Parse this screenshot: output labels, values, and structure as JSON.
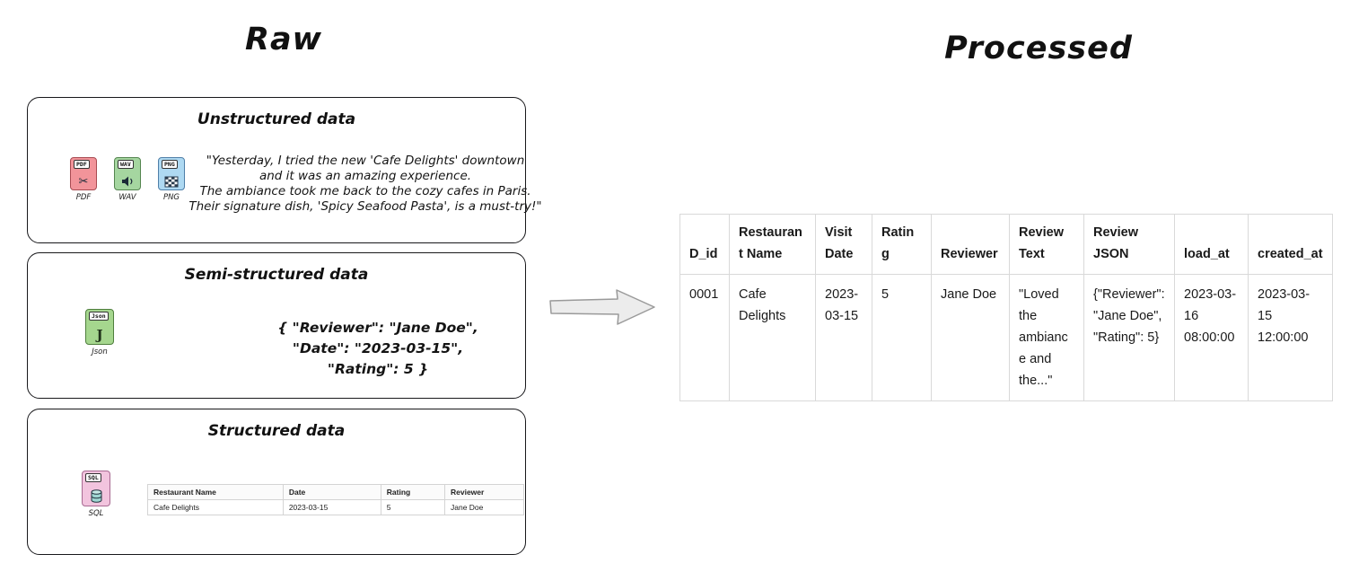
{
  "titles": {
    "raw": "Raw",
    "processed": "Processed"
  },
  "unstructured": {
    "title": "Unstructured data",
    "icons": {
      "pdf": {
        "tag": "PDF",
        "label": "PDF"
      },
      "wav": {
        "tag": "WAV",
        "label": "WAV"
      },
      "png": {
        "tag": "PNG",
        "label": "PNG"
      }
    },
    "quote_lines": [
      "\"Yesterday, I tried the new 'Cafe Delights' downtown",
      "and it was an amazing experience.",
      "The ambiance took me back to the cozy cafes in Paris.",
      "Their signature dish, 'Spicy Seafood Pasta', is a must-try!\""
    ]
  },
  "semi_structured": {
    "title": "Semi-structured data",
    "icon": {
      "tag": "Json",
      "label": "Json",
      "glyph": "J"
    },
    "json_lines": [
      "{  \"Reviewer\": \"Jane Doe\",",
      "\"Date\": \"2023-03-15\",",
      "\"Rating\": 5   }"
    ]
  },
  "structured": {
    "title": "Structured data",
    "icon": {
      "tag": "SQL",
      "label": "SQL"
    },
    "table": {
      "headers": [
        "Restaurant Name",
        "Date",
        "Rating",
        "Reviewer"
      ],
      "row": [
        "Cafe Delights",
        "2023-03-15",
        "5",
        "Jane Doe"
      ]
    }
  },
  "processed": {
    "headers": [
      "D_id",
      "Restaurant Name",
      "Visit Date",
      "Rating",
      "Reviewer",
      "Review Text",
      "Review JSON",
      "load_at",
      "created_at"
    ],
    "row": [
      "0001",
      "Cafe Delights",
      "2023-03-15",
      "5",
      "Jane Doe",
      "\"Loved the ambiance and the...\"",
      "{\"Reviewer\": \"Jane Doe\", \"Rating\": 5}",
      "2023-03-16 08:00:00",
      "2023-03-15 12:00:00"
    ]
  },
  "colors": {
    "pdf_icon": "#f2949a",
    "wav_icon": "#a5d6a0",
    "png_icon": "#aed9f2",
    "json_icon": "#a5d68e",
    "sql_icon": "#f2c4de",
    "arrow_fill": "#ececec",
    "table_border": "#d9d9d9"
  }
}
